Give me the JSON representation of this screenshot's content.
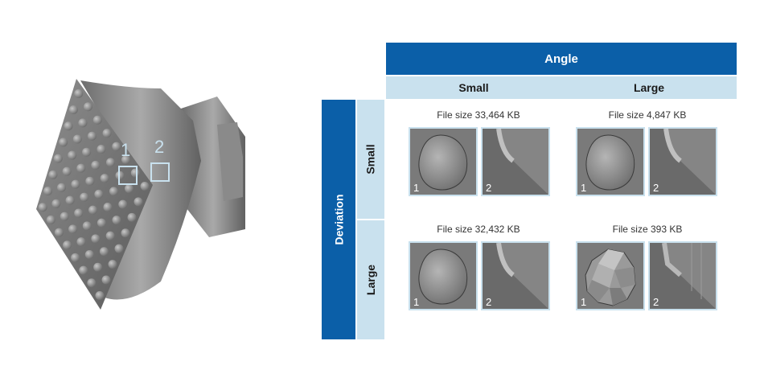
{
  "model_labels": {
    "marker1": "1",
    "marker2": "2"
  },
  "table": {
    "col_header": "Angle",
    "row_header": "Deviation",
    "col_small": "Small",
    "col_large": "Large",
    "row_small": "Small",
    "row_large": "Large",
    "cells": [
      {
        "file_size": "File size 33,464 KB",
        "tile1": "1",
        "tile2": "2"
      },
      {
        "file_size": "File size 4,847 KB",
        "tile1": "1",
        "tile2": "2"
      },
      {
        "file_size": "File size 32,432 KB",
        "tile1": "1",
        "tile2": "2"
      },
      {
        "file_size": "File size 393 KB",
        "tile1": "1",
        "tile2": "2"
      }
    ]
  },
  "colors": {
    "header_dark": "#0b5fa8",
    "header_light": "#c9e1ee",
    "tile_bg": "#7a7a7a"
  }
}
